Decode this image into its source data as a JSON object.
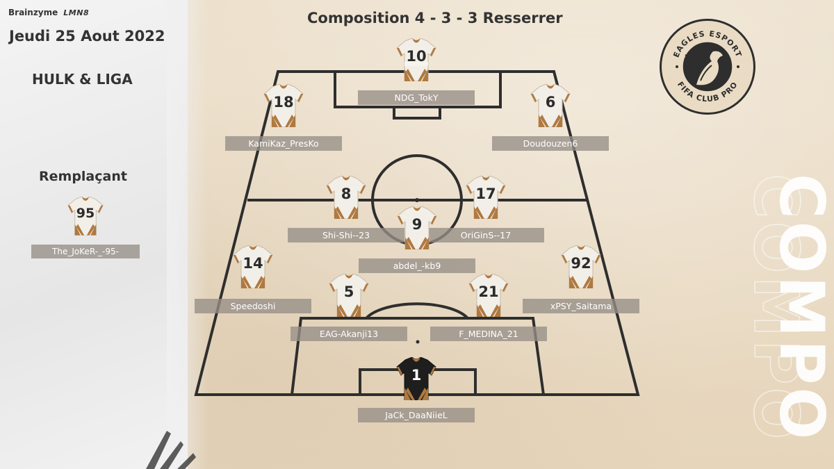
{
  "header": {
    "sponsors": [
      "Brainzyme",
      "LMN8"
    ],
    "date": "Jeudi 25 Aout 2022",
    "teams": "HULK & LIGA",
    "title": "Composition 4 - 3 - 3 Resserrer"
  },
  "substitutes": {
    "title": "Remplaçant",
    "players": [
      {
        "number": "95",
        "name": "The_JoKeR-_-95-"
      }
    ]
  },
  "lineup": {
    "forwards": [
      {
        "number": "10",
        "name": "NDG_TokY"
      },
      {
        "number": "18",
        "name": "KamiKaz_PresKo"
      },
      {
        "number": "6",
        "name": "Doudouzen6"
      }
    ],
    "midfielders": [
      {
        "number": "8",
        "name": "Shi-Shi--23"
      },
      {
        "number": "17",
        "name": "OriGinS--17"
      },
      {
        "number": "9",
        "name": "abdel_-kb9"
      }
    ],
    "defenders": [
      {
        "number": "14",
        "name": "Speedoshi"
      },
      {
        "number": "5",
        "name": "EAG-Akanji13"
      },
      {
        "number": "21",
        "name": "F_MEDINA_21"
      },
      {
        "number": "92",
        "name": "xPSY_Saitama"
      }
    ],
    "goalkeeper": {
      "number": "1",
      "name": "JaCk_DaaNiieL"
    }
  },
  "logo": {
    "top_text": "EAGLES ESPORT",
    "bottom_text": "FIFA CLUB PRO"
  },
  "watermark": "COMPO",
  "colors": {
    "background": "#eadbc4",
    "panel": "#ececec",
    "pitch_lines": "#2e2e2e",
    "jersey": "#f2efe9",
    "jersey_trim": "#b0793f",
    "goalkeeper_jersey": "#1e1e1e",
    "name_box": "#968e86"
  }
}
